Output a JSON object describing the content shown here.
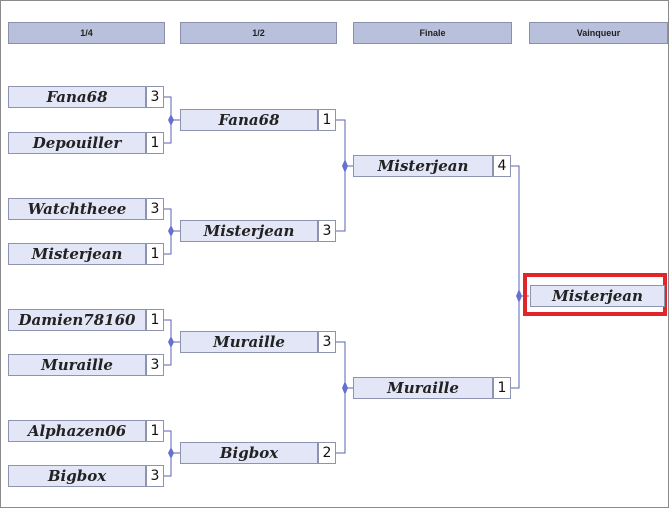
{
  "rounds": [
    "1/4",
    "1/2",
    "Finale",
    "Vainqueur"
  ],
  "quarterfinals": [
    {
      "name": "Fana68",
      "score": "3"
    },
    {
      "name": "Depouiller",
      "score": "1"
    },
    {
      "name": "Watchtheee",
      "score": "3"
    },
    {
      "name": "Misterjean",
      "score": "1"
    },
    {
      "name": "Damien78160",
      "score": "1"
    },
    {
      "name": "Muraille",
      "score": "3"
    },
    {
      "name": "Alphazen06",
      "score": "1"
    },
    {
      "name": "Bigbox",
      "score": "3"
    }
  ],
  "semifinals": [
    {
      "name": "Fana68",
      "score": "1"
    },
    {
      "name": "Misterjean",
      "score": "3"
    },
    {
      "name": "Muraille",
      "score": "3"
    },
    {
      "name": "Bigbox",
      "score": "2"
    }
  ],
  "final": [
    {
      "name": "Misterjean",
      "score": "4"
    },
    {
      "name": "Muraille",
      "score": "1"
    }
  ],
  "winner": {
    "name": "Misterjean"
  },
  "colors": {
    "line": "#5a63b8",
    "highlight": "#e0262a",
    "box": "#e3e6f6",
    "header": "#b8c0dc"
  }
}
